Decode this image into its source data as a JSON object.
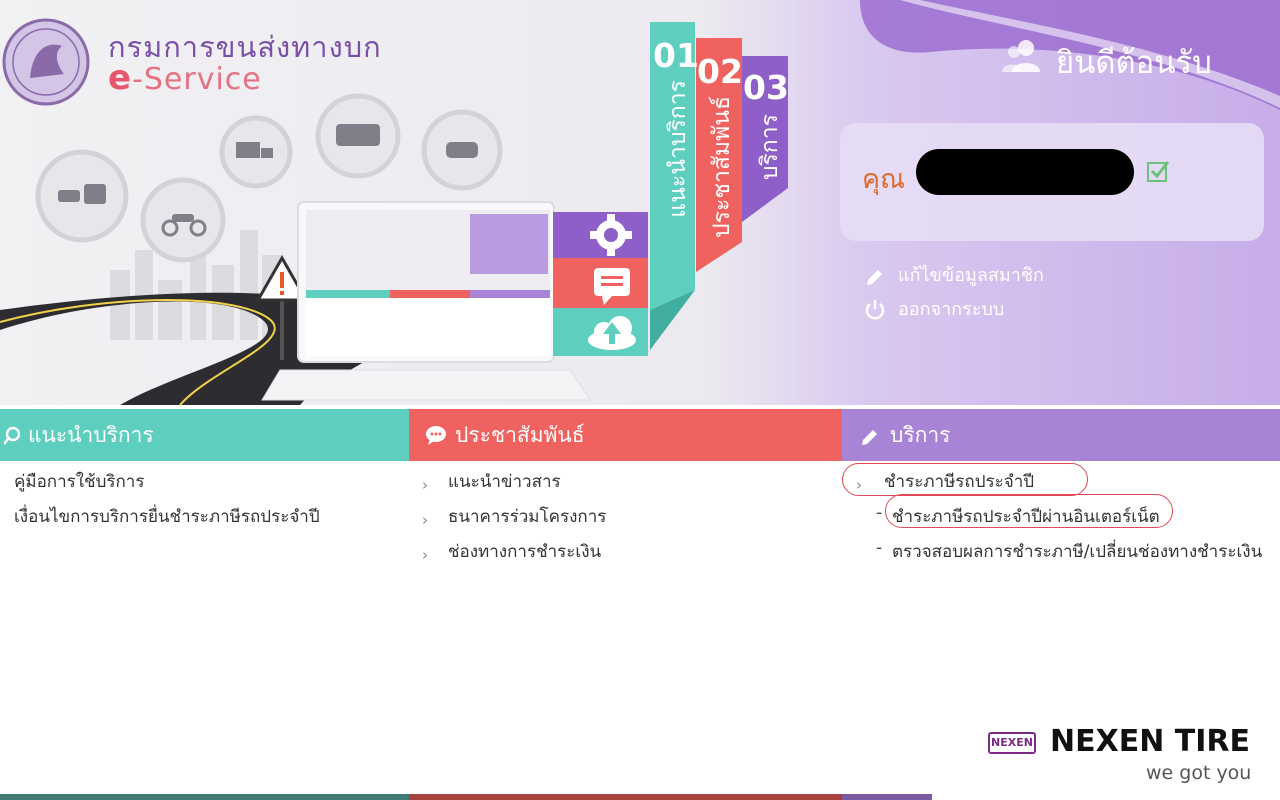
{
  "header": {
    "dept_title": "กรมการขนส่งทางบก",
    "eservice_first": "e",
    "eservice_rest": "-Service",
    "welcome": "ยินดีต้อนรับ"
  },
  "ribbons": [
    {
      "num": "01",
      "label": "แนะนำบริการ",
      "color": "#5ecfbf"
    },
    {
      "num": "02",
      "label": "ประชาสัมพันธ์",
      "color": "#f0625f"
    },
    {
      "num": "03",
      "label": "บริการ",
      "color": "#8e5ec9"
    }
  ],
  "user": {
    "salutation": "คุณ",
    "edit_profile": "แก้ไขข้อมูลสมาชิก",
    "logout": "ออกจากระบบ"
  },
  "sections": [
    {
      "title": "แนะนำบริการ",
      "color": "#5ecfbf",
      "items": [
        "คู่มือการใช้บริการ",
        "เงื่อนไขการบริการยื่นชำระภาษีรถประจำปี"
      ]
    },
    {
      "title": "ประชาสัมพันธ์",
      "color": "#f0625f",
      "items": [
        "แนะนำข่าวสาร",
        "ธนาคารร่วมโครงการ",
        "ช่องทางการชำระเงิน"
      ]
    },
    {
      "title": "บริการ",
      "color": "#a884d6",
      "items": [
        "ชำระภาษีรถประจำปี",
        "ชำระภาษีรถประจำปีผ่านอินเตอร์เน็ต",
        "ตรวจสอบผลการชำระภาษี/เปลี่ยนช่องทางชำระเงิน"
      ]
    }
  ],
  "watermark": {
    "box_text": "NEXEN",
    "brand": "NEXEN TIRE",
    "tagline": "we got you"
  }
}
